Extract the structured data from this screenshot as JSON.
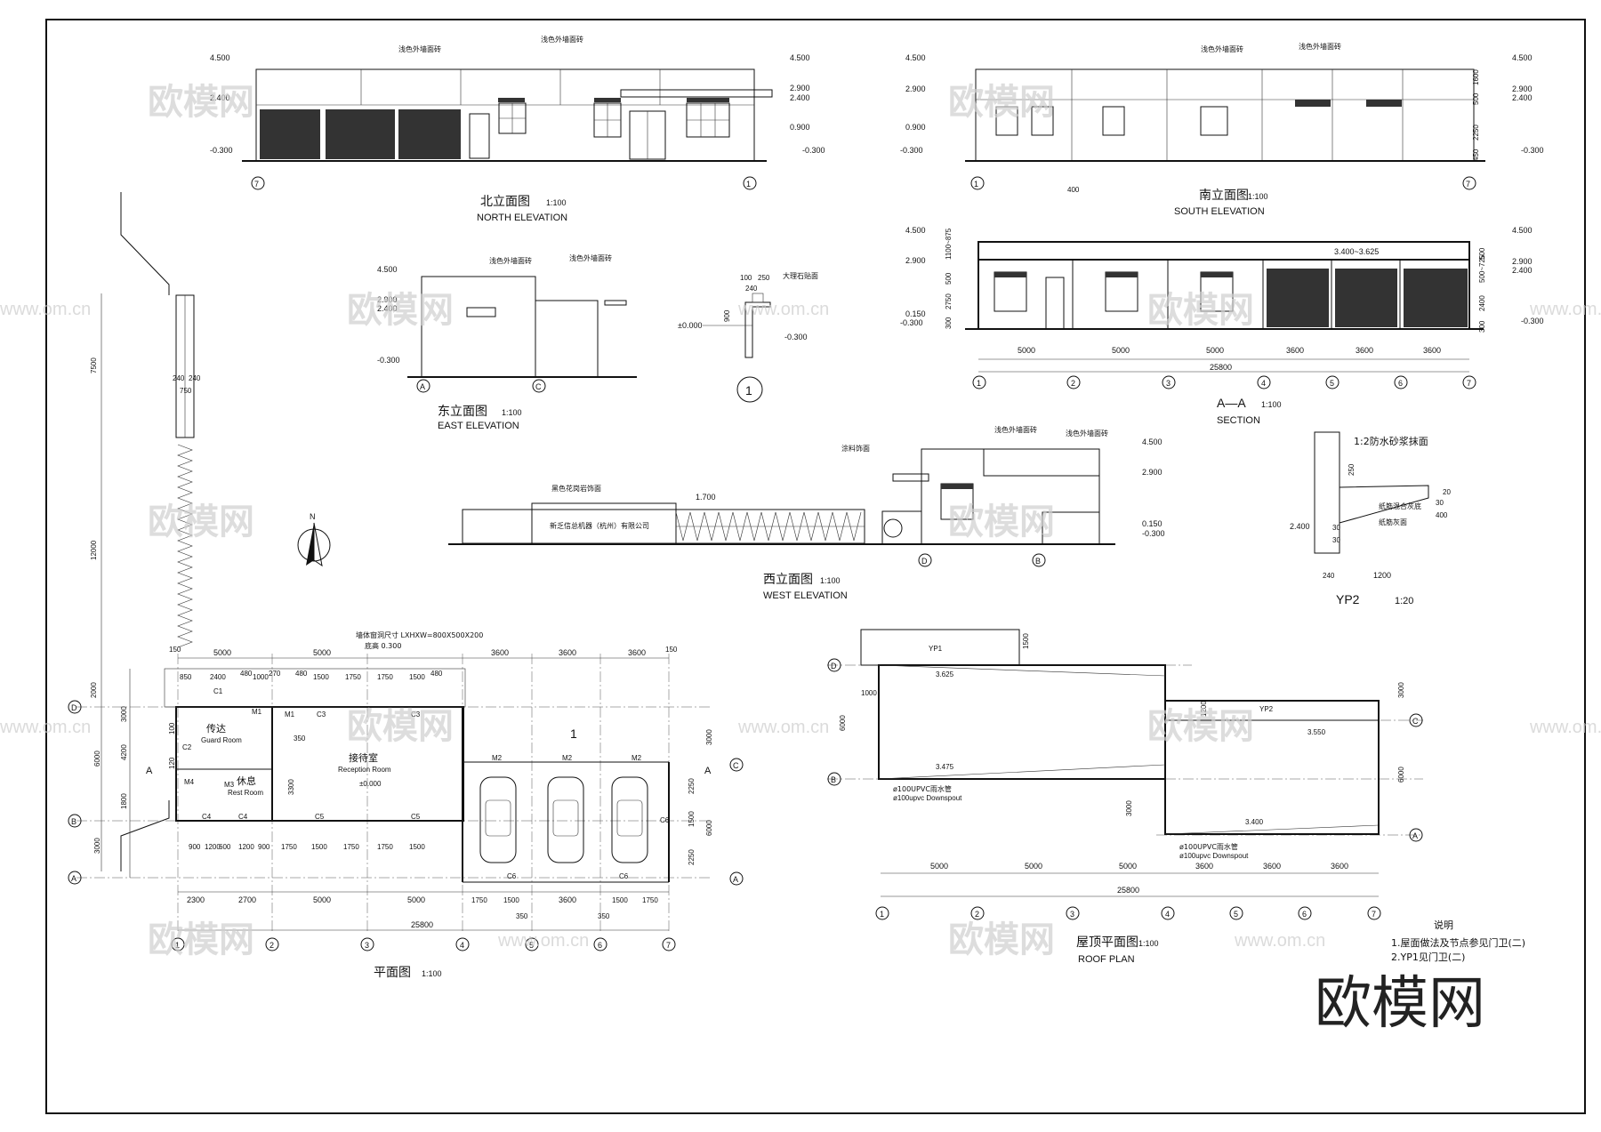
{
  "watermark": {
    "brand": "欧模网",
    "url": "www.om.cn"
  },
  "elevations": {
    "north": {
      "title_cn": "北立面图",
      "title_en": "NORTH ELEVATION",
      "scale": "1:100",
      "levels_left": [
        "4.500",
        "2.400",
        "-0.300"
      ],
      "levels_right": [
        "4.500",
        "2.900",
        "2.400",
        "0.900",
        "-0.300"
      ],
      "axis_left": "7",
      "axis_right": "1",
      "note": "浅色外墙面砖"
    },
    "south": {
      "title_cn": "南立面图",
      "title_en": "SOUTH ELEVATION",
      "scale": "1:100",
      "levels_left": [
        "4.500",
        "2.900",
        "0.900",
        "-0.300"
      ],
      "levels_right": [
        "4.500",
        "2.900",
        "2.400",
        "-0.300"
      ],
      "dims_right": [
        "1600",
        "500",
        "2250",
        "450"
      ],
      "dim_bottom": "400",
      "axis_left": "1",
      "axis_right": "7",
      "note": "浅色外墙面砖"
    },
    "east": {
      "title_cn": "东立面图",
      "title_en": "EAST ELEVATION",
      "scale": "1:100",
      "levels": [
        "4.500",
        "2.900",
        "2.400",
        "-0.300"
      ],
      "axis_a": "A",
      "axis_c": "C",
      "note": "浅色外墙面砖"
    },
    "west": {
      "title_cn": "西立面图",
      "title_en": "WEST ELEVATION",
      "scale": "1:100",
      "levels": [
        "4.500",
        "2.900",
        "0.150",
        "-0.300"
      ],
      "level_fence": "1.700",
      "company": "新乏信总机器（杭州）有限公司",
      "notes": [
        "黑色花岗岩饰面",
        "涂料饰面",
        "浅色外墙面砖"
      ],
      "axis_d": "D",
      "axis_b": "B"
    }
  },
  "section": {
    "title": "A—A",
    "title_en": "SECTION",
    "scale": "1:100",
    "levels_left": [
      "4.500",
      "2.900",
      "0.150",
      "-0.300"
    ],
    "levels_right": [
      "4.500",
      "2.900",
      "2.400",
      "-0.300"
    ],
    "slope": "3.400~3.625",
    "dims": [
      "5000",
      "5000",
      "5000",
      "3600",
      "3600",
      "3600"
    ],
    "total": "25800",
    "dims_left": [
      "1100~875",
      "500",
      "2750",
      "300"
    ],
    "dims_right": [
      "500~725",
      "500",
      "2400",
      "300"
    ],
    "axes": [
      "1",
      "2",
      "3",
      "4",
      "5",
      "6",
      "7"
    ]
  },
  "detail1": {
    "label": "1",
    "note": "大理石贴面",
    "dims": [
      "100",
      "250",
      "240",
      "900"
    ],
    "levels": [
      "±0.000",
      "-0.300"
    ]
  },
  "yp2": {
    "title": "YP2",
    "scale": "1:20",
    "notes": [
      "1:2防水砂浆抹面",
      "纸筋混合灰底",
      "纸筋灰面"
    ],
    "level": "2.400",
    "dims": [
      "250",
      "1200",
      "240",
      "20",
      "30",
      "400",
      "30",
      "30"
    ]
  },
  "plan": {
    "title": "平面图",
    "scale": "1:100",
    "rooms": [
      {
        "cn": "传达",
        "en": "Guard Room"
      },
      {
        "cn": "接待室",
        "en": "Reception Room"
      },
      {
        "cn": "休息",
        "en": "Rest Room"
      }
    ],
    "level": "±0.000",
    "note": "墙体窗洞尺寸 LXHXW=800X500X200",
    "note2": "底高 0.300",
    "top_dims": [
      "5000",
      "5000",
      "3600",
      "3600",
      "3600"
    ],
    "top_edge": "150",
    "sub_dims": [
      "850",
      "2400",
      "480",
      "1000",
      "270",
      "480",
      "1500",
      "1750",
      "1750",
      "1500",
      "480"
    ],
    "bottom_dims": [
      "2300",
      "2700",
      "5000",
      "5000",
      "1750",
      "1500",
      "3600",
      "1500",
      "1750"
    ],
    "bottom_sub": [
      "900",
      "1200",
      "600",
      "1200",
      "900",
      "1750",
      "1500",
      "1750",
      "1750",
      "1500"
    ],
    "total": "25800",
    "left_dims": [
      "7500",
      "12000",
      "2000",
      "6000",
      "3000",
      "4200",
      "1800"
    ],
    "fence_dims": [
      "240",
      "240",
      "750"
    ],
    "right_dims": [
      "3000",
      "2250",
      "1500",
      "2250",
      "6000"
    ],
    "doors": [
      "M1",
      "M1",
      "M2",
      "M2",
      "M2",
      "M3",
      "M4"
    ],
    "windows": [
      "C1",
      "C2",
      "C3",
      "C3",
      "C4",
      "C4",
      "C5",
      "C5",
      "C6",
      "C6",
      "C6"
    ],
    "axes_h": [
      "1",
      "2",
      "3",
      "4",
      "5",
      "6",
      "7"
    ],
    "axes_v": [
      "D",
      "B",
      "A",
      "C",
      "A"
    ],
    "section_mark": "A",
    "north": "N",
    "misc": [
      "350",
      "350",
      "3300",
      "120",
      "100",
      "1"
    ]
  },
  "roof": {
    "title_cn": "屋顶平面图",
    "title_en": "ROOF PLAN",
    "scale": "1:100",
    "labels": [
      "YP1",
      "YP2"
    ],
    "levels": [
      "3.625",
      "3.475",
      "3.550",
      "3.400"
    ],
    "downspout": "ø100UPVC雨水管",
    "downspout_en": "ø100upvc Downspout",
    "dims": [
      "5000",
      "5000",
      "5000",
      "3600",
      "3600",
      "3600"
    ],
    "total": "25800",
    "left_dims": [
      "1000",
      "6000"
    ],
    "right_dims": [
      "3000",
      "6000"
    ],
    "mid_dims": [
      "1500",
      "1200",
      "3000"
    ],
    "axes": [
      "1",
      "2",
      "3",
      "4",
      "5",
      "6",
      "7"
    ],
    "axes_v": [
      "D",
      "B",
      "C",
      "A"
    ]
  },
  "notes": {
    "title": "说明",
    "items": [
      "1.屋面做法及节点参见门卫(二)",
      "2.YP1见门卫(二)"
    ]
  }
}
